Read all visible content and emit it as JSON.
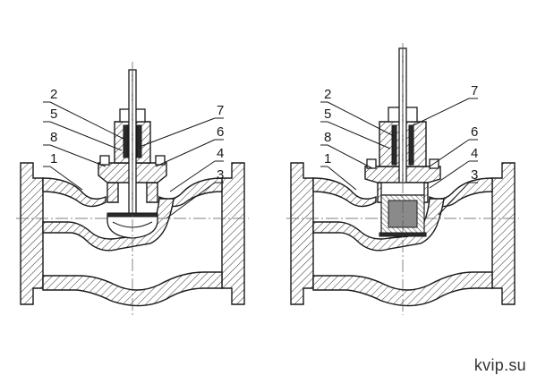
{
  "diagrams": [
    {
      "id": "left",
      "labels": {
        "l2": "2",
        "l5": "5",
        "l8": "8",
        "l1": "1",
        "l7": "7",
        "l6": "6",
        "l4": "4",
        "l3": "3"
      }
    },
    {
      "id": "right",
      "labels": {
        "l2": "2",
        "l5": "5",
        "l8": "8",
        "l1": "1",
        "l7": "7",
        "l6": "6",
        "l4": "4",
        "l3": "3"
      }
    }
  ],
  "watermark": "kvip.su",
  "colors": {
    "line": "#1a1a1a",
    "hatch": "#1a1a1a",
    "background": "#ffffff"
  }
}
